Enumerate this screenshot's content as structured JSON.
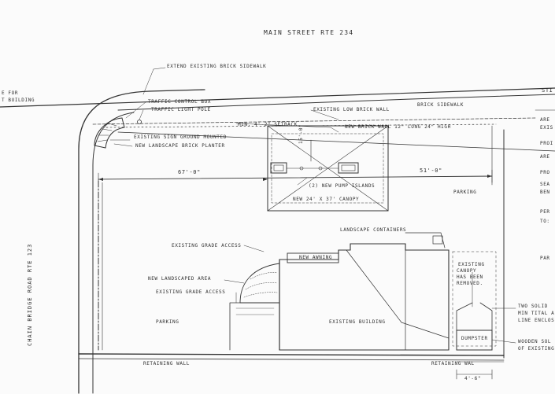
{
  "title": "MAIN STREET  RTE 234",
  "side_road": "CHAIN BRIDGE ROAD  RTE 123",
  "labels": {
    "extend_sidewalk": "EXTEND EXISTING BRICK SIDEWALK",
    "left_edge_top": "E FOR",
    "left_edge_bottom": "T BUILDING",
    "traffic_box": "TRAFFIC CONTROL BOX",
    "traffic_pole": "TRAFFIC LIGHT POLE",
    "existing_wall": "EXISTING LOW BRICK WALL",
    "brick_sidewalk": "BRICK SIDEWALK",
    "setback": "MIN. 4'-2\" SETBACK",
    "new_wall": "NEW BRICK WALL 12\" LONG 24\" HIGH",
    "sign_ground": "EXISTING SIGN GROUND MOUNTED",
    "planter": "NEW LANDSCAPE BRICK PLANTER",
    "dim_left": "67'-0\"",
    "dim_right": "51'-0\"",
    "dim_vertical": "15'-0\"",
    "pump_islands": "(2) NEW PUMP ISLANDS",
    "canopy": "NEW 24' X 37' CANOPY",
    "parking_right": "PARKING",
    "landscape_containers": "LANDSCAPE CONTAINERS",
    "grade_access_top": "EXISTING GRADE ACCESS",
    "awning": "NEW AWNING",
    "landscaped_area": "NEW LANDSCAPED AREA",
    "grade_access_bottom": "EXISTING GRADE ACCESS",
    "parking_left": "PARKING",
    "existing_building": "EXISTING BUILDING",
    "canopy_removed_1": "EXISTING",
    "canopy_removed_2": "CANOPY",
    "canopy_removed_3": "HAS BEEN",
    "canopy_removed_4": "REMOVED.",
    "dumpster": "DUMPSTER",
    "retaining_wall_left": "RETAINING WALL",
    "retaining_wall_right": "RETAINING WAL",
    "dim_bottom": "4'-6\"",
    "right_street": "STI",
    "right_1": "ARE",
    "right_2": "EXIS",
    "right_3": "PROI",
    "right_4": "ARE",
    "right_5": "PRO",
    "right_6": "SEA",
    "right_7": "BEN",
    "right_8": "PER",
    "right_9": "TO:",
    "right_10": "PAR",
    "right_11": "TWO SOLID",
    "right_12": "MIN TITAL A",
    "right_13": "LINE ENCLOS",
    "right_14": "WOODEN SOL",
    "right_15": "OF EXISTING"
  }
}
